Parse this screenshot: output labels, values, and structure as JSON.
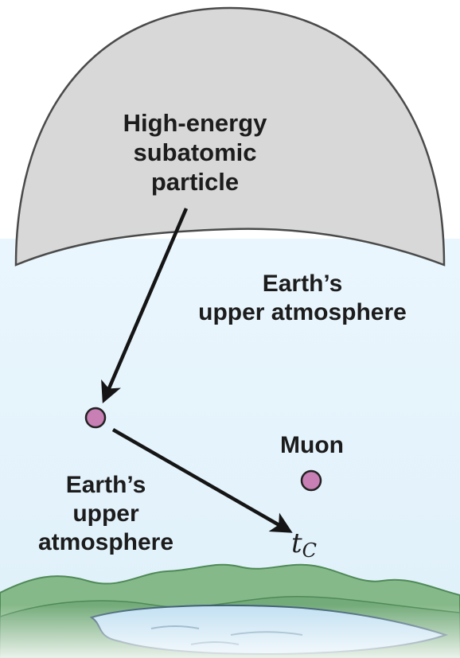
{
  "labels": {
    "particle": [
      "High-energy",
      "subatomic",
      "particle"
    ],
    "atmosphere_right": [
      "Earth’s",
      "upper atmosphere"
    ],
    "atmosphere_left": [
      "Earth’s",
      "upper",
      "atmosphere"
    ],
    "muon": "Muon",
    "time_symbol": "t",
    "time_subscript": "C"
  },
  "colors": {
    "dome": "#d8d8d8",
    "dome_edge": "#4a4a4a",
    "sky": "#e6f3fb",
    "hills": "#7fb183",
    "hills_dark": "#5f9866",
    "water": "#bcdcf0",
    "muon": "#c77fb4",
    "arrow": "#151515"
  }
}
